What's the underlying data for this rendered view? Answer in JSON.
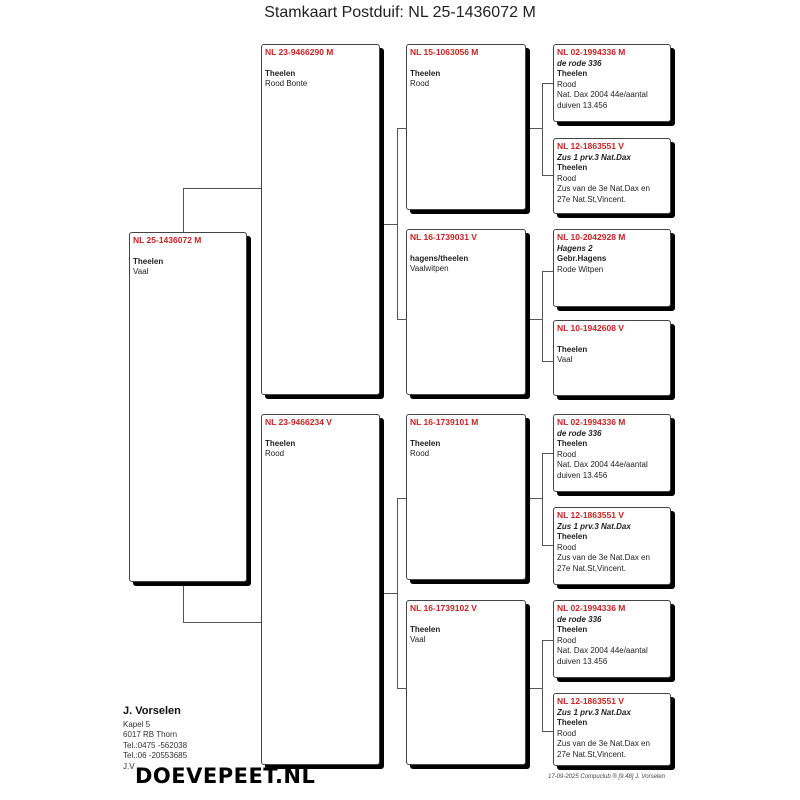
{
  "title": "Stamkaart Postduif: NL  25-1436072 M",
  "pigeon": {
    "ring": "NL  25-1436072 M",
    "breeder": "Theelen",
    "color": "Vaal"
  },
  "father": {
    "ring": "NL  23-9466290 M",
    "breeder": "Theelen",
    "color": "Rood Bonte"
  },
  "mother": {
    "ring": "NL  23-9466234 V",
    "breeder": "Theelen",
    "color": "Rood"
  },
  "ff": {
    "ring": "NL  15-1063056 M",
    "breeder": "Theelen",
    "color": "Rood"
  },
  "fm": {
    "ring": "NL  16-1739031 V",
    "breeder": "hagens/theelen",
    "color": "Vaalwitpen"
  },
  "mf": {
    "ring": "NL  16-1739101 M",
    "breeder": "Theelen",
    "color": "Rood"
  },
  "mm": {
    "ring": "NL  16-1739102 V",
    "breeder": "Theelen",
    "color": "Vaal"
  },
  "fff": {
    "ring": "NL  02-1994336 M",
    "nick": "de rode 336",
    "breeder": "Theelen",
    "color": "Rood",
    "note1": "Nat. Dax 2004 44e/aantal",
    "note2": "duiven 13.456"
  },
  "ffm": {
    "ring": "NL  12-1863551 V",
    "nick": "Zus 1 prv.3 Nat.Dax",
    "breeder": "Theelen",
    "color": "Rood",
    "note1": "Zus van de 3e Nat.Dax en",
    "note2": "27e Nat.St,Vincent."
  },
  "fmf": {
    "ring": "NL  10-2042928 M",
    "nick": "Hagens 2",
    "breeder": "Gebr.Hagens",
    "color": "Rode Witpen"
  },
  "fmm": {
    "ring": "NL  10-1942608 V",
    "breeder": "Theelen",
    "color": "Vaal"
  },
  "mff": {
    "ring": "NL  02-1994336 M",
    "nick": "de rode 336",
    "breeder": "Theelen",
    "color": "Rood",
    "note1": "Nat. Dax 2004 44e/aantal",
    "note2": "duiven 13.456"
  },
  "mfm": {
    "ring": "NL  12-1863551 V",
    "nick": "Zus 1 prv.3 Nat.Dax",
    "breeder": "Theelen",
    "color": "Rood",
    "note1": "Zus van de 3e Nat.Dax en",
    "note2": "27e Nat.St,Vincent."
  },
  "mmf": {
    "ring": "NL  02-1994336 M",
    "nick": "de rode 336",
    "breeder": "Theelen",
    "color": "Rood",
    "note1": "Nat. Dax 2004 44e/aantal",
    "note2": "duiven 13.456"
  },
  "mmm": {
    "ring": "NL  12-1863551 V",
    "nick": "Zus 1 prv.3 Nat.Dax",
    "breeder": "Theelen",
    "color": "Rood",
    "note1": "Zus van de 3e Nat.Dax en",
    "note2": "27e Nat.St,Vincent."
  },
  "owner": {
    "name": "J. Vorselen",
    "address": "Kapel 5",
    "city": "6017 RB  Thorn",
    "tel1": "Tel.:0475  -562038",
    "tel2": "Tel.:06 -20553685",
    "extra": "J.V"
  },
  "logo": "DOEVEPEET.NL",
  "footer": "17-09-2025   Compuclub ® [9.48]  J. Vorselen"
}
